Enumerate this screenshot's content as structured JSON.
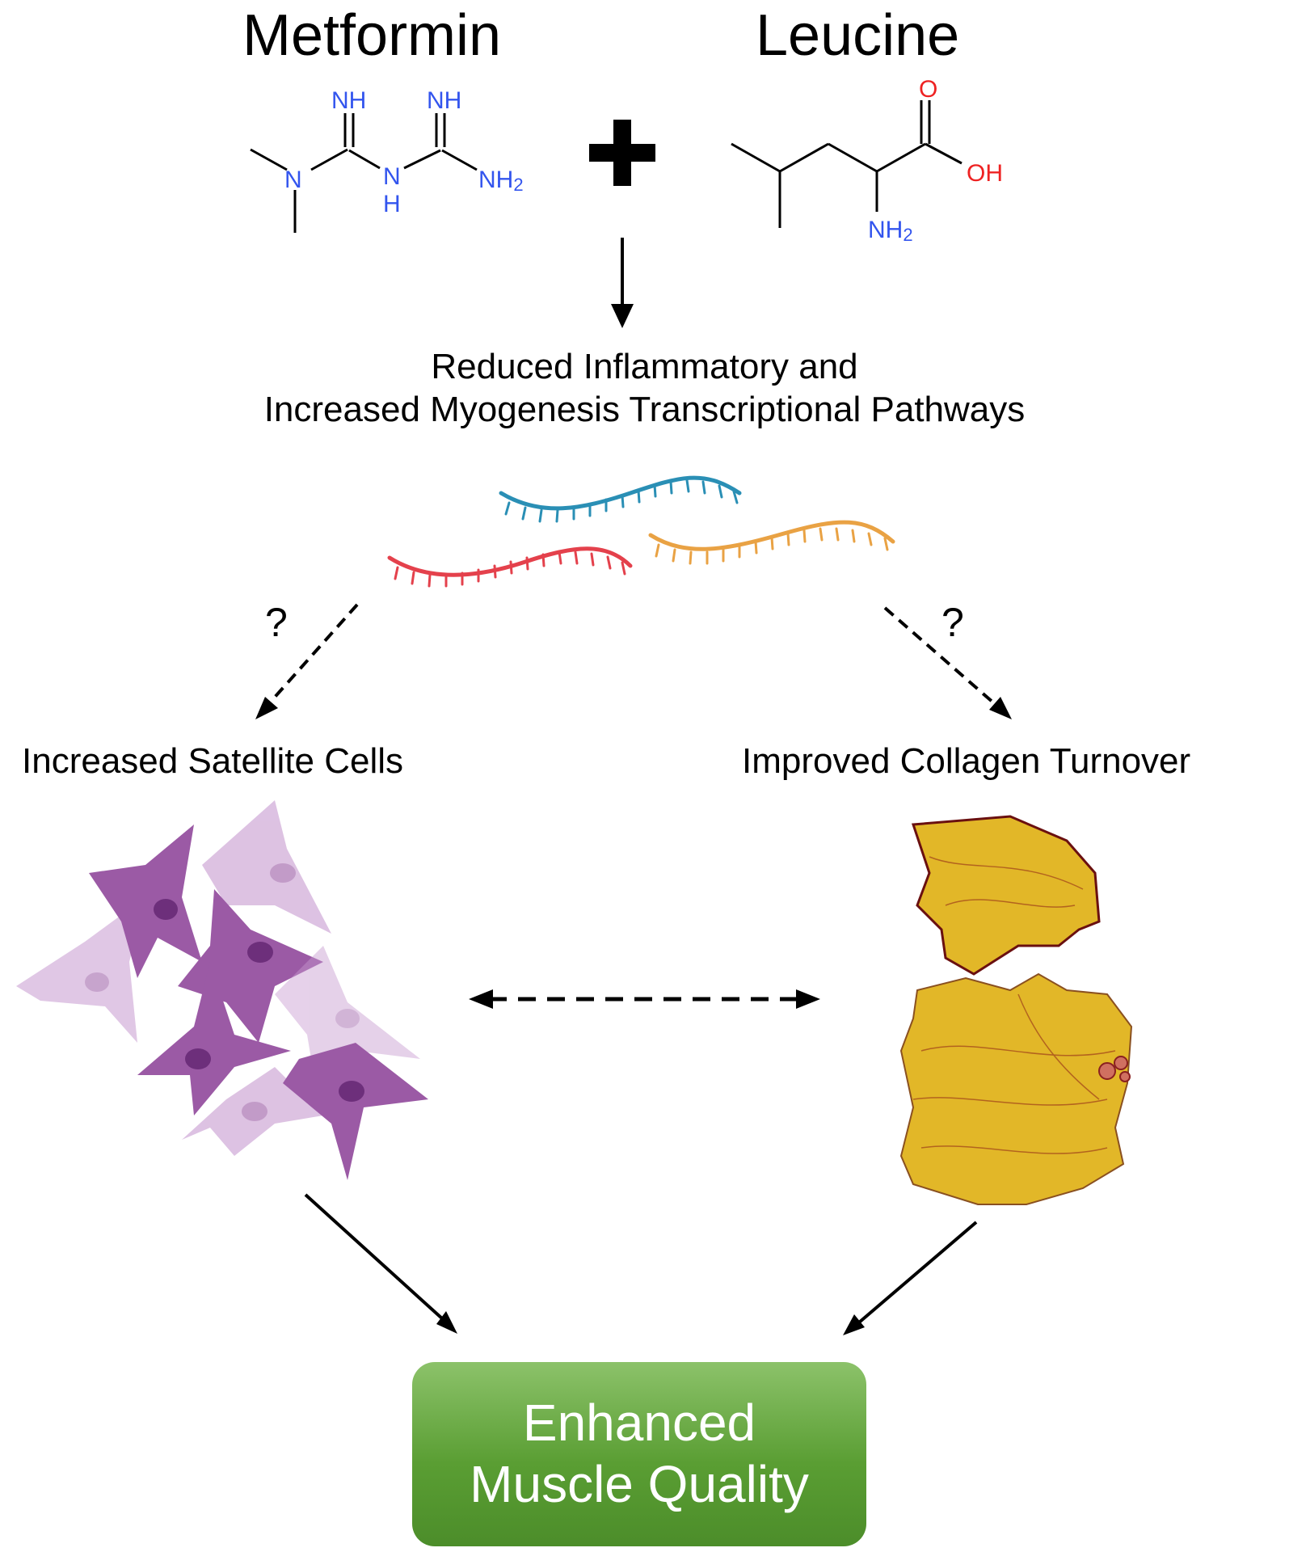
{
  "compounds": {
    "left": {
      "name": "Metformin",
      "atoms": {
        "nh_top1": "NH",
        "nh_top2": "NH",
        "n": "N",
        "n_bridge": "N",
        "h_bridge": "H",
        "nh2_main": "NH",
        "nh2_sub": "2"
      }
    },
    "right": {
      "name": "Leucine",
      "atoms": {
        "o": "O",
        "oh": "OH",
        "nh2_main": "NH",
        "nh2_sub": "2"
      }
    },
    "plus": "+"
  },
  "pathways": {
    "line1": "Reduced Inflammatory and",
    "line2": "Increased Myogenesis Transcriptional Pathways"
  },
  "uncertainty_mark": "?",
  "branches": {
    "left_label": "Increased Satellite Cells",
    "right_label": "Improved Collagen Turnover"
  },
  "outcome": {
    "line1": "Enhanced",
    "line2": "Muscle Quality"
  },
  "colors": {
    "nitrogen": "#3355ee",
    "oxygen": "#ee2222",
    "rna_blue": "#2a8fb5",
    "rna_red": "#e4414c",
    "rna_orange": "#e9a244",
    "cell_dark": "#9b5aa5",
    "cell_light": "#c79ad0",
    "tissue": "#e2b728",
    "outcome_green": "#6aab3e"
  }
}
